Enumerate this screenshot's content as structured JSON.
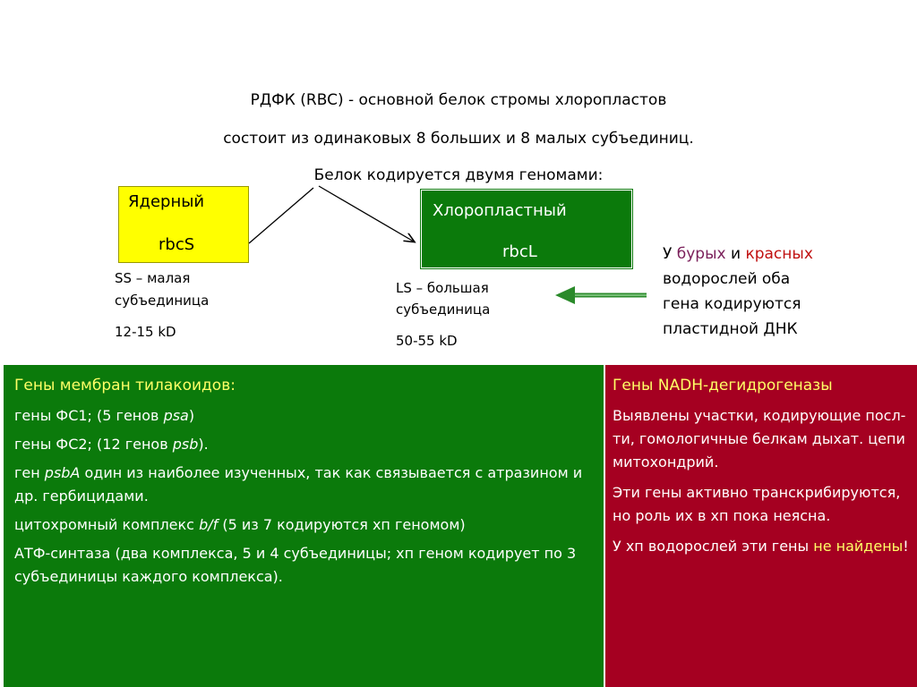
{
  "header": {
    "line1": "РДФК (RBC)  - основной белок стромы хлоропластов",
    "line2": "состоит  из одинаковых 8 больших и 8 малых субъединиц.",
    "line3": "Белок кодируется двумя геномами:"
  },
  "nuclear": {
    "title": "Ядерный",
    "gene": "rbcS",
    "subunit_l1": "SS – малая",
    "subunit_l2": "субъединица",
    "mass": "12-15 kD"
  },
  "chloroplast": {
    "title": "Хлоропластный",
    "gene": "rbcL",
    "subunit_l1": "LS – большая",
    "subunit_l2": "субъединица",
    "mass": "50-55 kD"
  },
  "algae_note": {
    "prefix": "У ",
    "brown": "бурых",
    "and": " и ",
    "red": "красных",
    "l2": "водорослей оба",
    "l3": "гена кодируются",
    "l4": "пластидной ДНК"
  },
  "thylakoid": {
    "header": "Гены мембран тилакоидов:",
    "ps1_a": "гены ФС1; (5 генов ",
    "ps1_gene": "psa",
    "ps1_b": ")",
    "ps2_a": "гены ФС2; (12  генов  ",
    "ps2_gene": "psb",
    "ps2_b": ").",
    "psba_a": "ген ",
    "psba_gene": "psbA",
    "psba_b": "  один из наиболее изученных, так как связывается с атразином и др. гербицидами.",
    "cyt_a": "цитохромный комплекс ",
    "cyt_gene": "b/f",
    "cyt_b": "  (5 из 7 кодируются хп геномом)",
    "atp": "АТФ-синтаза (два комплекса, 5 и 4 субъединицы; хп геном кодирует по 3 субъединицы каждого комплекса)."
  },
  "nadh": {
    "header": " Гены NADH-дегидрогеназы",
    "p1": "Выявлены участки, кодирующие посл-ти, гомологичные белкам дыхат. цепи митохондрий.",
    "p2": "Эти гены активно транскрибируются, но роль их в хп пока неясна.",
    "p3_a": "У хп водорослей эти гены ",
    "p3_b": "не найдены",
    "p3_c": "!"
  },
  "colors": {
    "nuclear_box": "#ffff00",
    "chloroplast_box": "#0b7a0b",
    "thylakoid_panel": "#0b7a0b",
    "nadh_panel": "#a50021",
    "highlight_text": "#ffff66"
  }
}
